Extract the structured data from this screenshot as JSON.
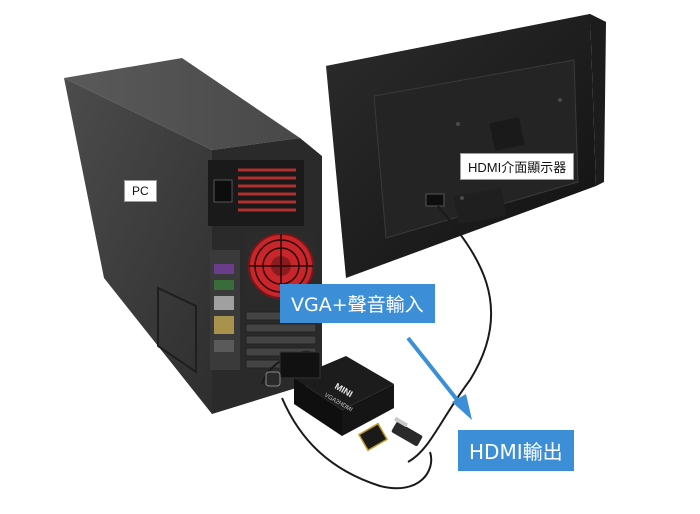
{
  "labels": {
    "pc": "PC",
    "monitor": "HDMI介面顯示器",
    "vga_audio_input": "VGA+聲音輸入",
    "hdmi_output": "HDMI輸出"
  },
  "device": {
    "brand_text": "MINI",
    "model_text": "VGA2HDMI"
  },
  "colors": {
    "accent_blue": "#3c8fd6",
    "case_gray": "#3a3a3a",
    "fan_red": "#c8262a"
  }
}
